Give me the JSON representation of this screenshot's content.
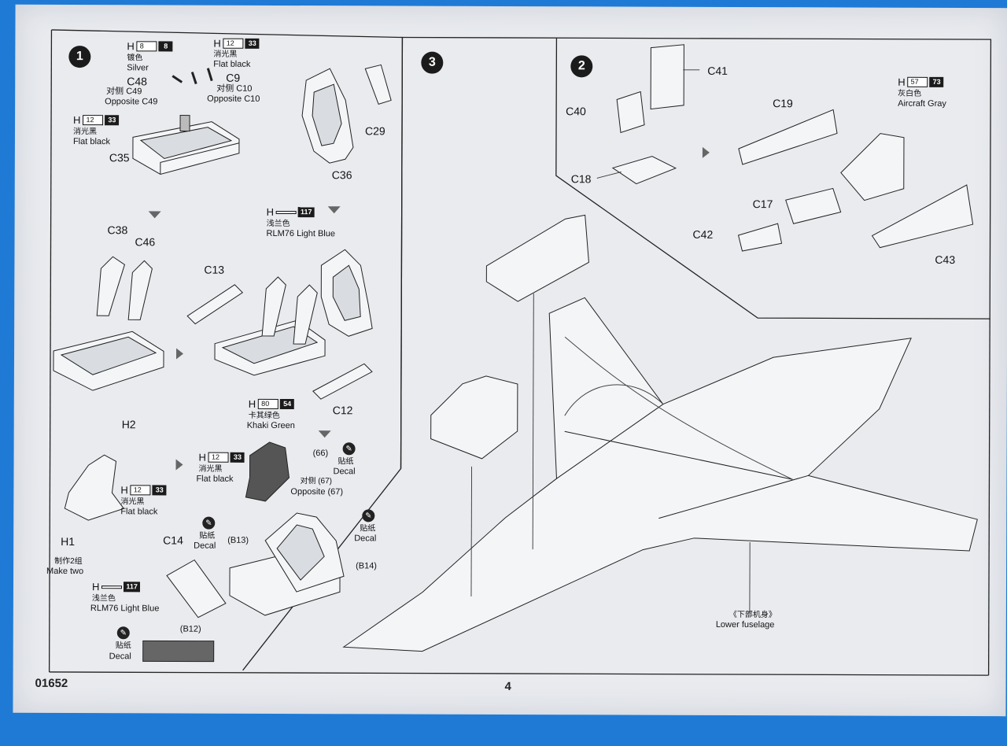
{
  "footer": {
    "code": "01652",
    "page": "4"
  },
  "steps": {
    "s1": "1",
    "s2": "2",
    "s3": "3"
  },
  "colors": {
    "silver": {
      "h": "H",
      "w": "8",
      "b": "8",
      "cn": "镀色",
      "en": "Silver"
    },
    "flat_black_a": {
      "h": "H",
      "w": "12",
      "b": "33",
      "cn": "消光黑",
      "en": "Flat black"
    },
    "flat_black_b": {
      "h": "H",
      "w": "12",
      "b": "33",
      "cn": "消光黑",
      "en": "Flat black"
    },
    "rlm76": {
      "h": "H",
      "w": "",
      "b": "117",
      "cn": "浅兰色",
      "en": "RLM76 Light Blue"
    },
    "khaki": {
      "h": "H",
      "w": "80",
      "b": "54",
      "cn": "卡其绿色",
      "en": "Khaki Green"
    },
    "flat_black_c": {
      "h": "H",
      "w": "12",
      "b": "33",
      "cn": "消光黑",
      "en": "Flat black"
    },
    "flat_black_d": {
      "h": "H",
      "w": "12",
      "b": "33",
      "cn": "消光黑",
      "en": "Flat black"
    },
    "rlm76_b": {
      "h": "H",
      "w": "",
      "b": "117",
      "cn": "浅兰色",
      "en": "RLM76 Light Blue"
    },
    "aircraft_gray": {
      "h": "H",
      "w": "57",
      "b": "73",
      "cn": "灰白色",
      "en": "Aircraft Gray"
    }
  },
  "parts": {
    "c48": "C48",
    "c49": "对侧 C49",
    "c49en": "Opposite C49",
    "c9": "C9",
    "c10": "对侧 C10",
    "c10en": "Opposite C10",
    "c35": "C35",
    "c36": "C36",
    "c29": "C29",
    "c38": "C38",
    "c46": "C46",
    "c13": "C13",
    "c12": "C12",
    "h2": "H2",
    "h1": "H1",
    "make_two_cn": "制作2组",
    "make_two": "Make two",
    "p66": "(66)",
    "p67cn": "对侧 (67)",
    "p67": "Opposite (67)",
    "c14": "C14",
    "b13": "(B13)",
    "b14": "(B14)",
    "b12": "(B12)",
    "c41": "C41",
    "c40": "C40",
    "c18": "C18",
    "c19": "C19",
    "c17": "C17",
    "c42": "C42",
    "c43": "C43",
    "lower_fuselage_cn": "《下部机身》",
    "lower_fuselage": "Lower fuselage"
  },
  "decals": {
    "d1_cn": "贴纸",
    "d1": "Decal",
    "d2_cn": "贴纸",
    "d2": "Decal",
    "d3_cn": "贴纸",
    "d3": "Decal",
    "d4_cn": "贴纸",
    "d4": "Decal"
  }
}
